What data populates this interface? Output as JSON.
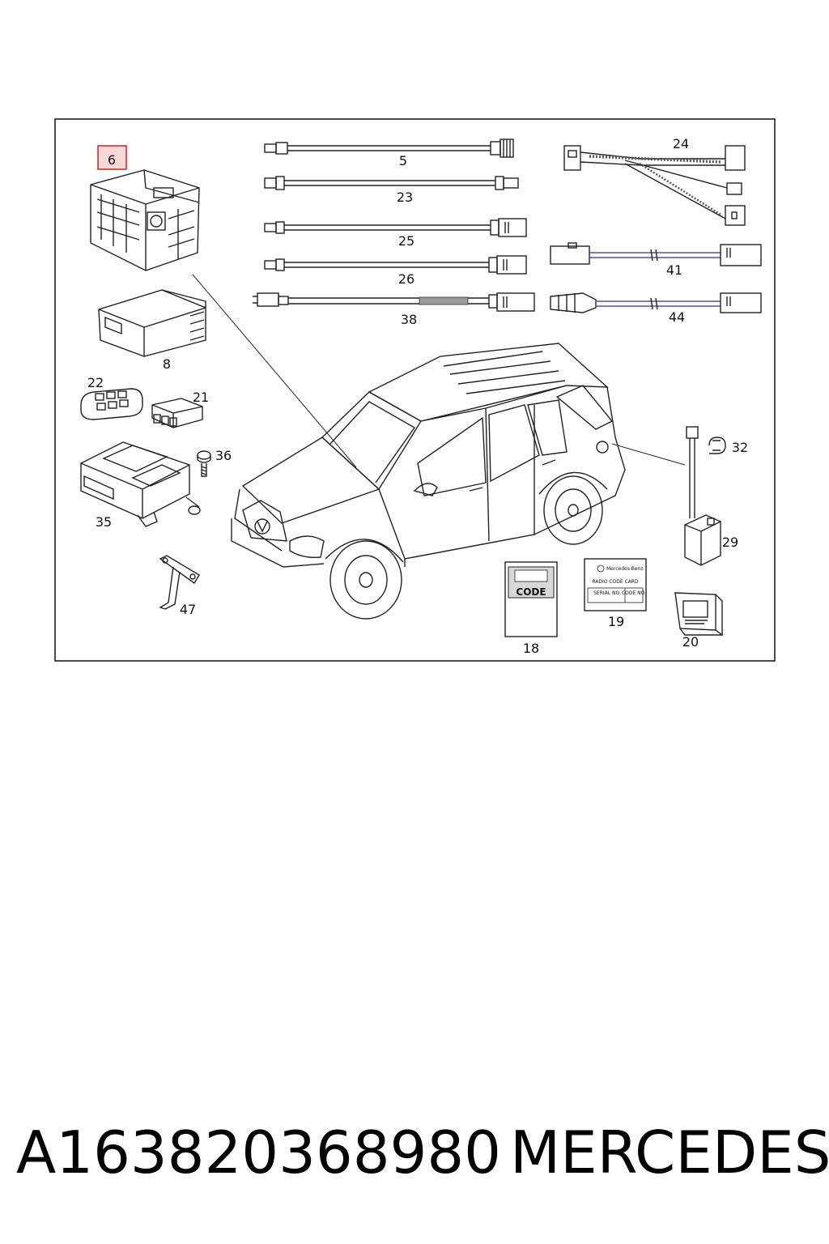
{
  "part_labels": {
    "p6": "6",
    "p5": "5",
    "p23": "23",
    "p25": "25",
    "p26": "26",
    "p38": "38",
    "p24": "24",
    "p41": "41",
    "p44": "44",
    "p8": "8",
    "p22": "22",
    "p21": "21",
    "p36": "36",
    "p35": "35",
    "p47": "47",
    "p32": "32",
    "p29": "29",
    "p18": "18",
    "p19": "19",
    "p20": "20"
  },
  "code_card_text": "CODE",
  "radio_card": {
    "brand": "Mercedes-Benz",
    "title": "RADIO CODE CARD",
    "serial": "SERIAL NO.",
    "code": "CODE NO."
  },
  "footer": {
    "part_number": "A163820368980",
    "brand": "MERCEDES"
  },
  "colors": {
    "highlight_border": "#d03030",
    "highlight_fill": "#f6d8d8",
    "line": "#222222"
  }
}
